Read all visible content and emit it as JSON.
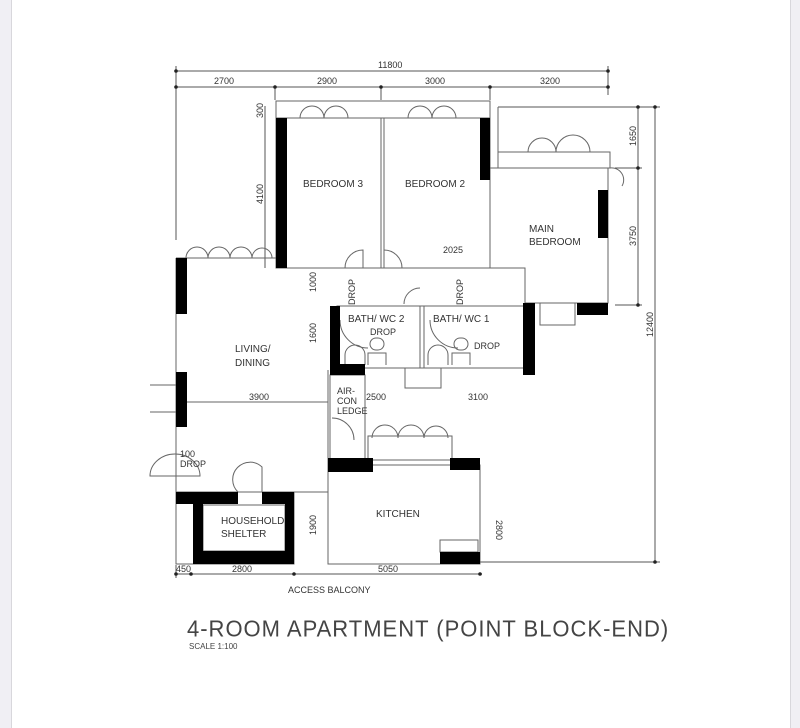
{
  "drawing": {
    "title": "4-ROOM APARTMENT (POINT BLOCK-END)",
    "scale": "SCALE   1:100"
  },
  "rooms": {
    "bedroom3": "BEDROOM  3",
    "bedroom2": "BEDROOM  2",
    "main_bedroom_l1": "MAIN",
    "main_bedroom_l2": "BEDROOM",
    "living_l1": "LIVING/",
    "living_l2": "DINING",
    "bath2": "BATH/  WC  2",
    "bath1": "BATH/  WC  1",
    "aircon_l1": "AIR-",
    "aircon_l2": "CON",
    "aircon_l3": "LEDGE",
    "shelter_l1": "HOUSEHOLD",
    "shelter_l2": "SHELTER",
    "kitchen": "KITCHEN",
    "access_balcony": "ACCESS  BALCONY"
  },
  "annotations": {
    "drop": "DROP",
    "drop100": "100"
  },
  "dimensions": {
    "overall_width": "11800",
    "top": [
      "2700",
      "2900",
      "3000",
      "3200"
    ],
    "right_1650": "1650",
    "right_3750": "3750",
    "right_12400": "12400",
    "left_300": "300",
    "left_4100": "4100",
    "bed2_2025": "2025",
    "hall_1000": "1000",
    "bath_1600": "1600",
    "living_3900": "3900",
    "mid_2500": "2500",
    "mid_3100": "3100",
    "kitchen_1900": "1900",
    "kitchen_2800": "2800",
    "bottom": [
      "450",
      "2800",
      "5050"
    ]
  }
}
